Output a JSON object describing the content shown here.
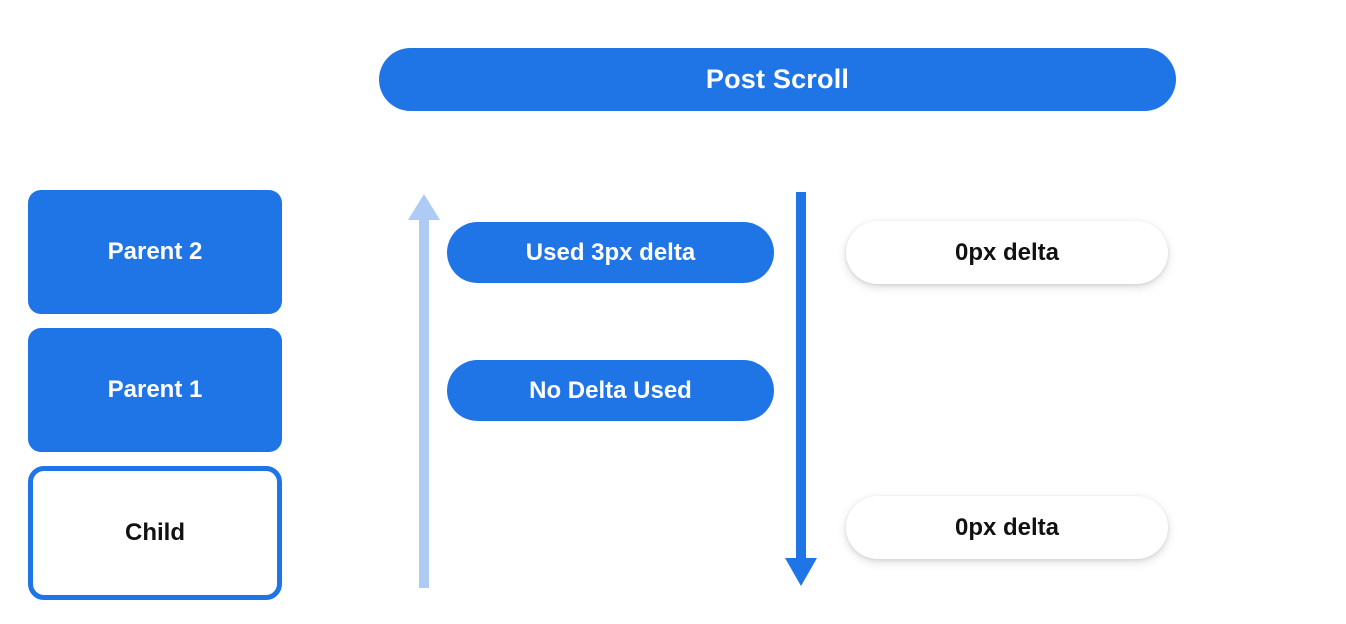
{
  "header": {
    "title": "Post Scroll"
  },
  "colors": {
    "blue": "#1f74e6",
    "light_blue": "#aecbf5",
    "white": "#ffffff",
    "text_dark": "#111111"
  },
  "left_stack": {
    "boxes": [
      {
        "label": "Parent 2",
        "style": "filled"
      },
      {
        "label": "Parent 1",
        "style": "filled"
      },
      {
        "label": "Child",
        "style": "outlined"
      }
    ]
  },
  "arrows": [
    {
      "name": "scroll-chain-up-arrow",
      "direction": "up",
      "color": "#aecbf5"
    },
    {
      "name": "scroll-chain-down-arrow",
      "direction": "down",
      "color": "#1f74e6"
    }
  ],
  "middle_column": {
    "pills": [
      {
        "label": "Used 3px delta"
      },
      {
        "label": "No Delta Used"
      }
    ]
  },
  "right_column": {
    "pills": [
      {
        "label": "0px delta"
      },
      {
        "label": "0px delta"
      }
    ]
  }
}
